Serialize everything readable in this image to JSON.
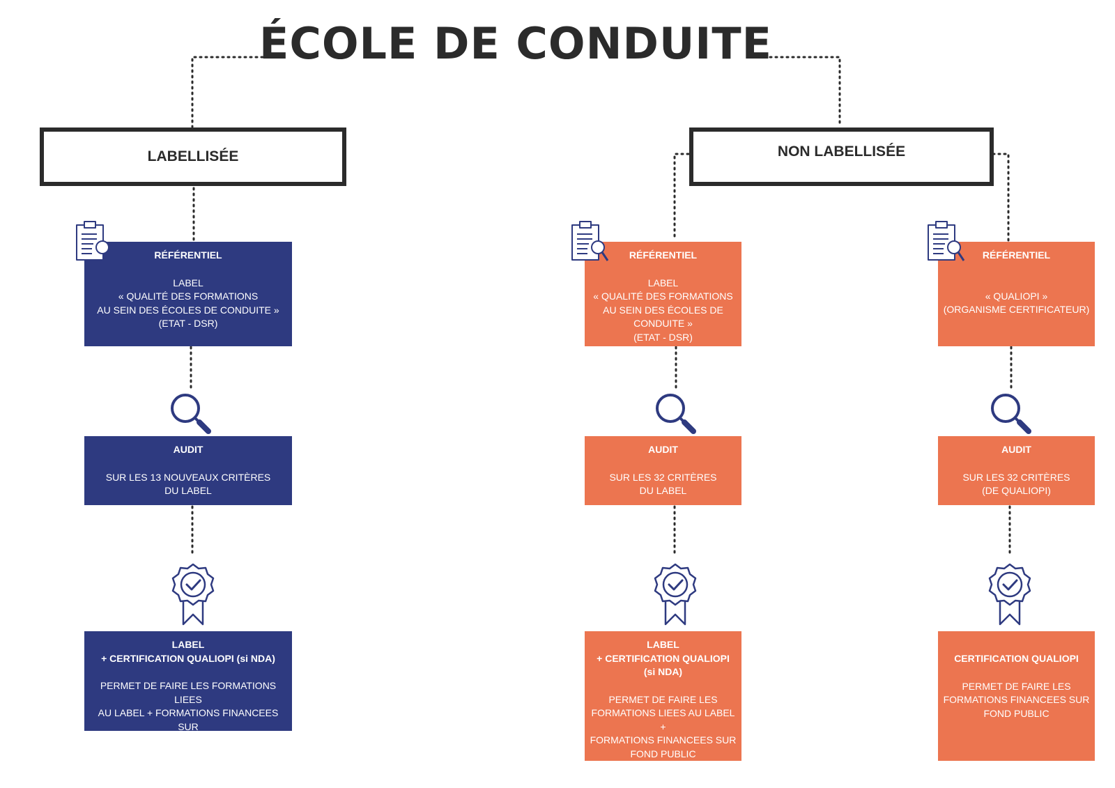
{
  "title": "ÉCOLE DE CONDUITE",
  "colors": {
    "navy": "#2e3a80",
    "orange": "#ec7550",
    "dark": "#2b2b2b"
  },
  "left": {
    "category": "LABELLISÉE",
    "referentiel": {
      "heading": "RÉFÉRENTIEL",
      "body": "LABEL\n« QUALITÉ DES FORMATIONS\nAU SEIN DES ÉCOLES DE CONDUITE »\n(ETAT - DSR)"
    },
    "audit": {
      "heading": "AUDIT",
      "body": "SUR LES 13 NOUVEAUX CRITÈRES\nDU LABEL"
    },
    "result": {
      "heading": "LABEL\n+ CERTIFICATION QUALIOPI (si NDA)",
      "body": "PERMET DE FAIRE LES FORMATIONS LIEES\nAU LABEL + FORMATIONS FINANCEES SUR\nFOND PUBLIC"
    }
  },
  "right": {
    "category": "NON LABELLISÉE",
    "branch_label": {
      "referentiel": {
        "heading": "RÉFÉRENTIEL",
        "body": "LABEL\n« QUALITÉ DES FORMATIONS\nAU SEIN DES ÉCOLES DE\nCONDUITE »\n(ETAT - DSR)"
      },
      "audit": {
        "heading": "AUDIT",
        "body": "SUR LES 32 CRITÈRES\nDU LABEL"
      },
      "result": {
        "heading": "LABEL\n+ CERTIFICATION QUALIOPI\n(si NDA)",
        "body": "PERMET DE FAIRE LES\nFORMATIONS LIEES AU LABEL +\nFORMATIONS FINANCEES SUR\nFOND PUBLIC"
      }
    },
    "branch_qualiopi": {
      "referentiel": {
        "heading": "RÉFÉRENTIEL",
        "body": "« QUALIOPI »\n(ORGANISME CERTIFICATEUR)"
      },
      "audit": {
        "heading": "AUDIT",
        "body": "SUR LES 32 CRITÈRES\n(DE QUALIOPI)"
      },
      "result": {
        "heading": "CERTIFICATION QUALIOPI",
        "body": "PERMET DE FAIRE LES\nFORMATIONS FINANCEES SUR\nFOND PUBLIC"
      }
    }
  },
  "icons": {
    "referentiel": "clipboard-search-icon",
    "audit": "magnifier-icon",
    "result": "award-badge-icon"
  }
}
